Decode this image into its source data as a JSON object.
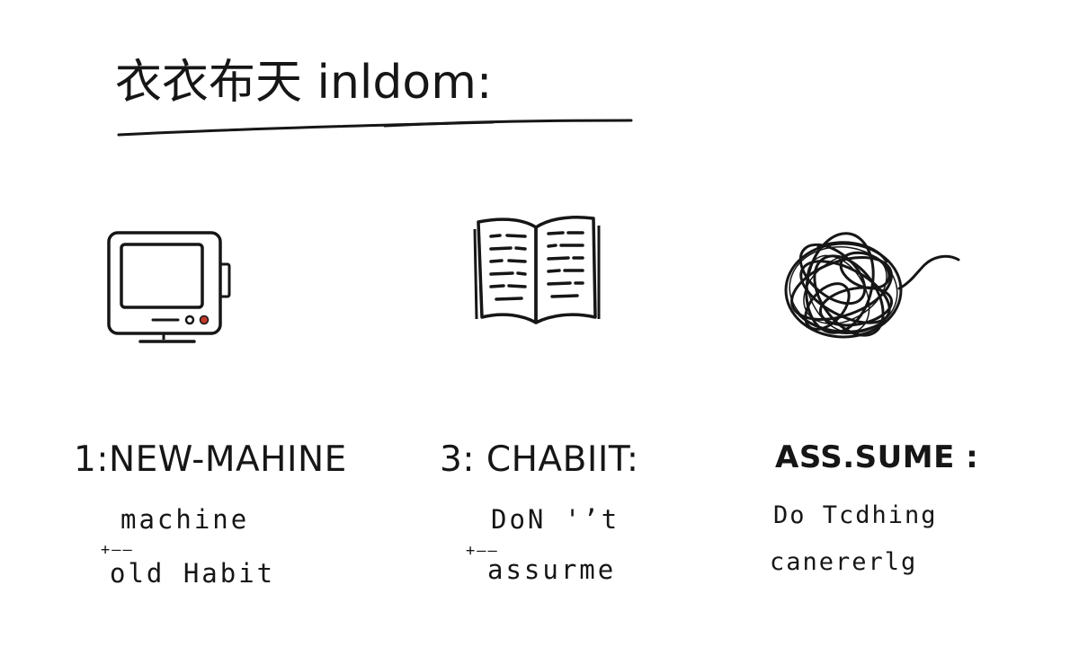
{
  "title": "衣衣布天 inldom:",
  "columns": [
    {
      "heading": "1:NEW-MAHINE",
      "icon": "computer-monitor-icon",
      "lines": [
        "machine",
        "+––",
        "old Habit"
      ]
    },
    {
      "heading": "3: CHABIIT:",
      "icon": "open-book-icon",
      "lines": [
        "DoN '’t",
        "+––",
        "assurme"
      ]
    },
    {
      "heading": "ASS.SUME :",
      "icon": "tangled-yarn-icon",
      "lines": [
        "Do Tcdhing",
        "canererlg"
      ]
    }
  ],
  "colors": {
    "ink": "#161616",
    "accent_dot": "#c0392b"
  }
}
